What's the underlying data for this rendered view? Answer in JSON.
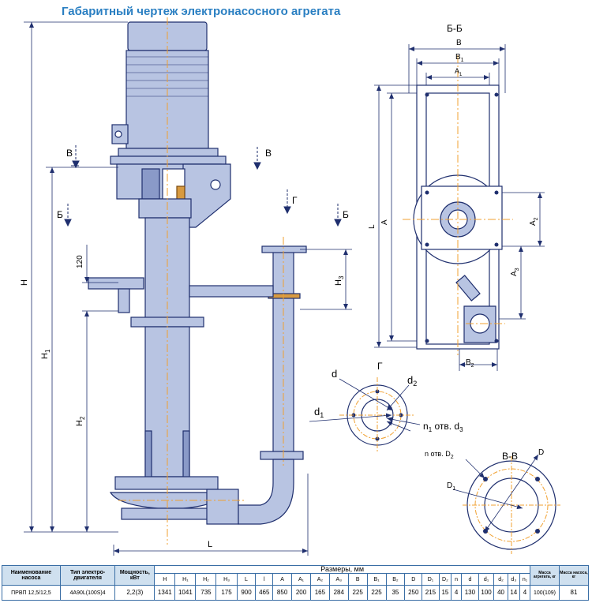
{
  "title": "Габаритный чертеж электронасосного агрегата",
  "drawing": {
    "section_bb": "Б-Б",
    "section_vv": "В-В",
    "view_g": "Г",
    "cut_v": "В",
    "cut_b": "Б",
    "cut_g": "Г",
    "dim": {
      "H": "H",
      "H1": "H",
      "H1_sub": "1",
      "H2": "H",
      "H2_sub": "2",
      "H3": "H",
      "H3_sub": "3",
      "h120": "120",
      "L": "L",
      "B": "B",
      "B1": "B",
      "B1_sub": "1",
      "A1": "A",
      "A1_sub": "1",
      "L_side": "L",
      "A": "A",
      "A2": "A",
      "A2_sub": "2",
      "A3": "A",
      "A3_sub": "3",
      "B2": "B",
      "B2_sub": "2",
      "d": "d",
      "d1": "d",
      "d1_sub": "1",
      "d2": "d",
      "d2_sub": "2",
      "n1_holes": "n",
      "n1_holes_sub": "1",
      "n1_holes_rest": " отв. d",
      "n1_holes_rest_sub": "3",
      "n_holes_D2": "n отв. D",
      "n_holes_D2_sub": "2",
      "D": "D",
      "D1": "D",
      "D1_sub": "1"
    }
  },
  "table": {
    "head": {
      "name": "Наименование насоса",
      "motor": "Тип электро-двигателя",
      "power": "Мощность, кВт",
      "sizes": "Размеры, мм",
      "mass_unit": "Масса агрегата, кг",
      "mass_pump": "Масса насоса, кг"
    },
    "dims": [
      "H",
      "H₁",
      "H₂",
      "H₃",
      "L",
      "l",
      "A",
      "A₁",
      "A₂",
      "A₃",
      "B",
      "B₁",
      "B₂",
      "D",
      "D₁",
      "D₂",
      "n",
      "d",
      "d₁",
      "d₂",
      "d₃",
      "n₁"
    ],
    "row": {
      "name": "ПРВП 12,5/12,5",
      "motor": "4А90L(100S)4",
      "power": "2,2(3)",
      "values": [
        "1341",
        "1041",
        "735",
        "175",
        "900",
        "465",
        "850",
        "200",
        "165",
        "284",
        "225",
        "225",
        "35",
        "250",
        "215",
        "15",
        "4",
        "130",
        "100",
        "40",
        "14",
        "4"
      ],
      "mass_unit": "100(109)",
      "mass_pump": "81"
    }
  },
  "colors": {
    "title": "#2a7fc2",
    "outline": "#1f2f6e",
    "fill": "#b8c4e2",
    "axis": "#f0a030",
    "header_bg": "#cfe0ef"
  }
}
